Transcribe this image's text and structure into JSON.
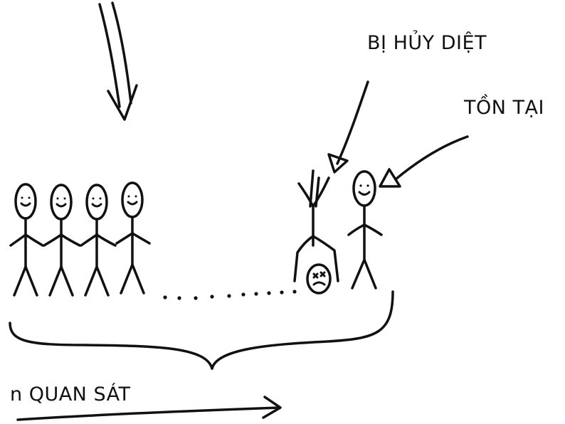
{
  "labels": {
    "destroyed": "BỊ HỦY DIỆT",
    "exists": "TỒN TẠI",
    "observers": "n QUAN SÁT"
  },
  "colors": {
    "ink": "#111111",
    "paper": "#ffffff"
  }
}
